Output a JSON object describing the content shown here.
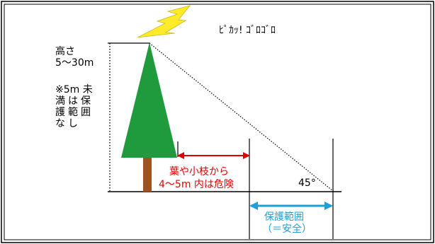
{
  "sound": "ﾋﾟｶｯ! ｺﾞﾛｺﾞﾛ",
  "height_lines": [
    "高さ",
    "5～30m"
  ],
  "note_line1": "※5m 未",
  "note_col1": "満護な",
  "note_col2": "は範し",
  "note_col3": "保囲",
  "danger_lines": [
    "葉や小枝から",
    "4～5m 内は危険"
  ],
  "angle": "45°",
  "safe_lines": [
    "保護範囲",
    "（＝安全）"
  ],
  "colors": {
    "tree": "#1f9b3e",
    "trunk": "#a0521e",
    "lightning": "#ffeb2a",
    "danger": "#e00000",
    "safe": "#1e9fd8"
  }
}
